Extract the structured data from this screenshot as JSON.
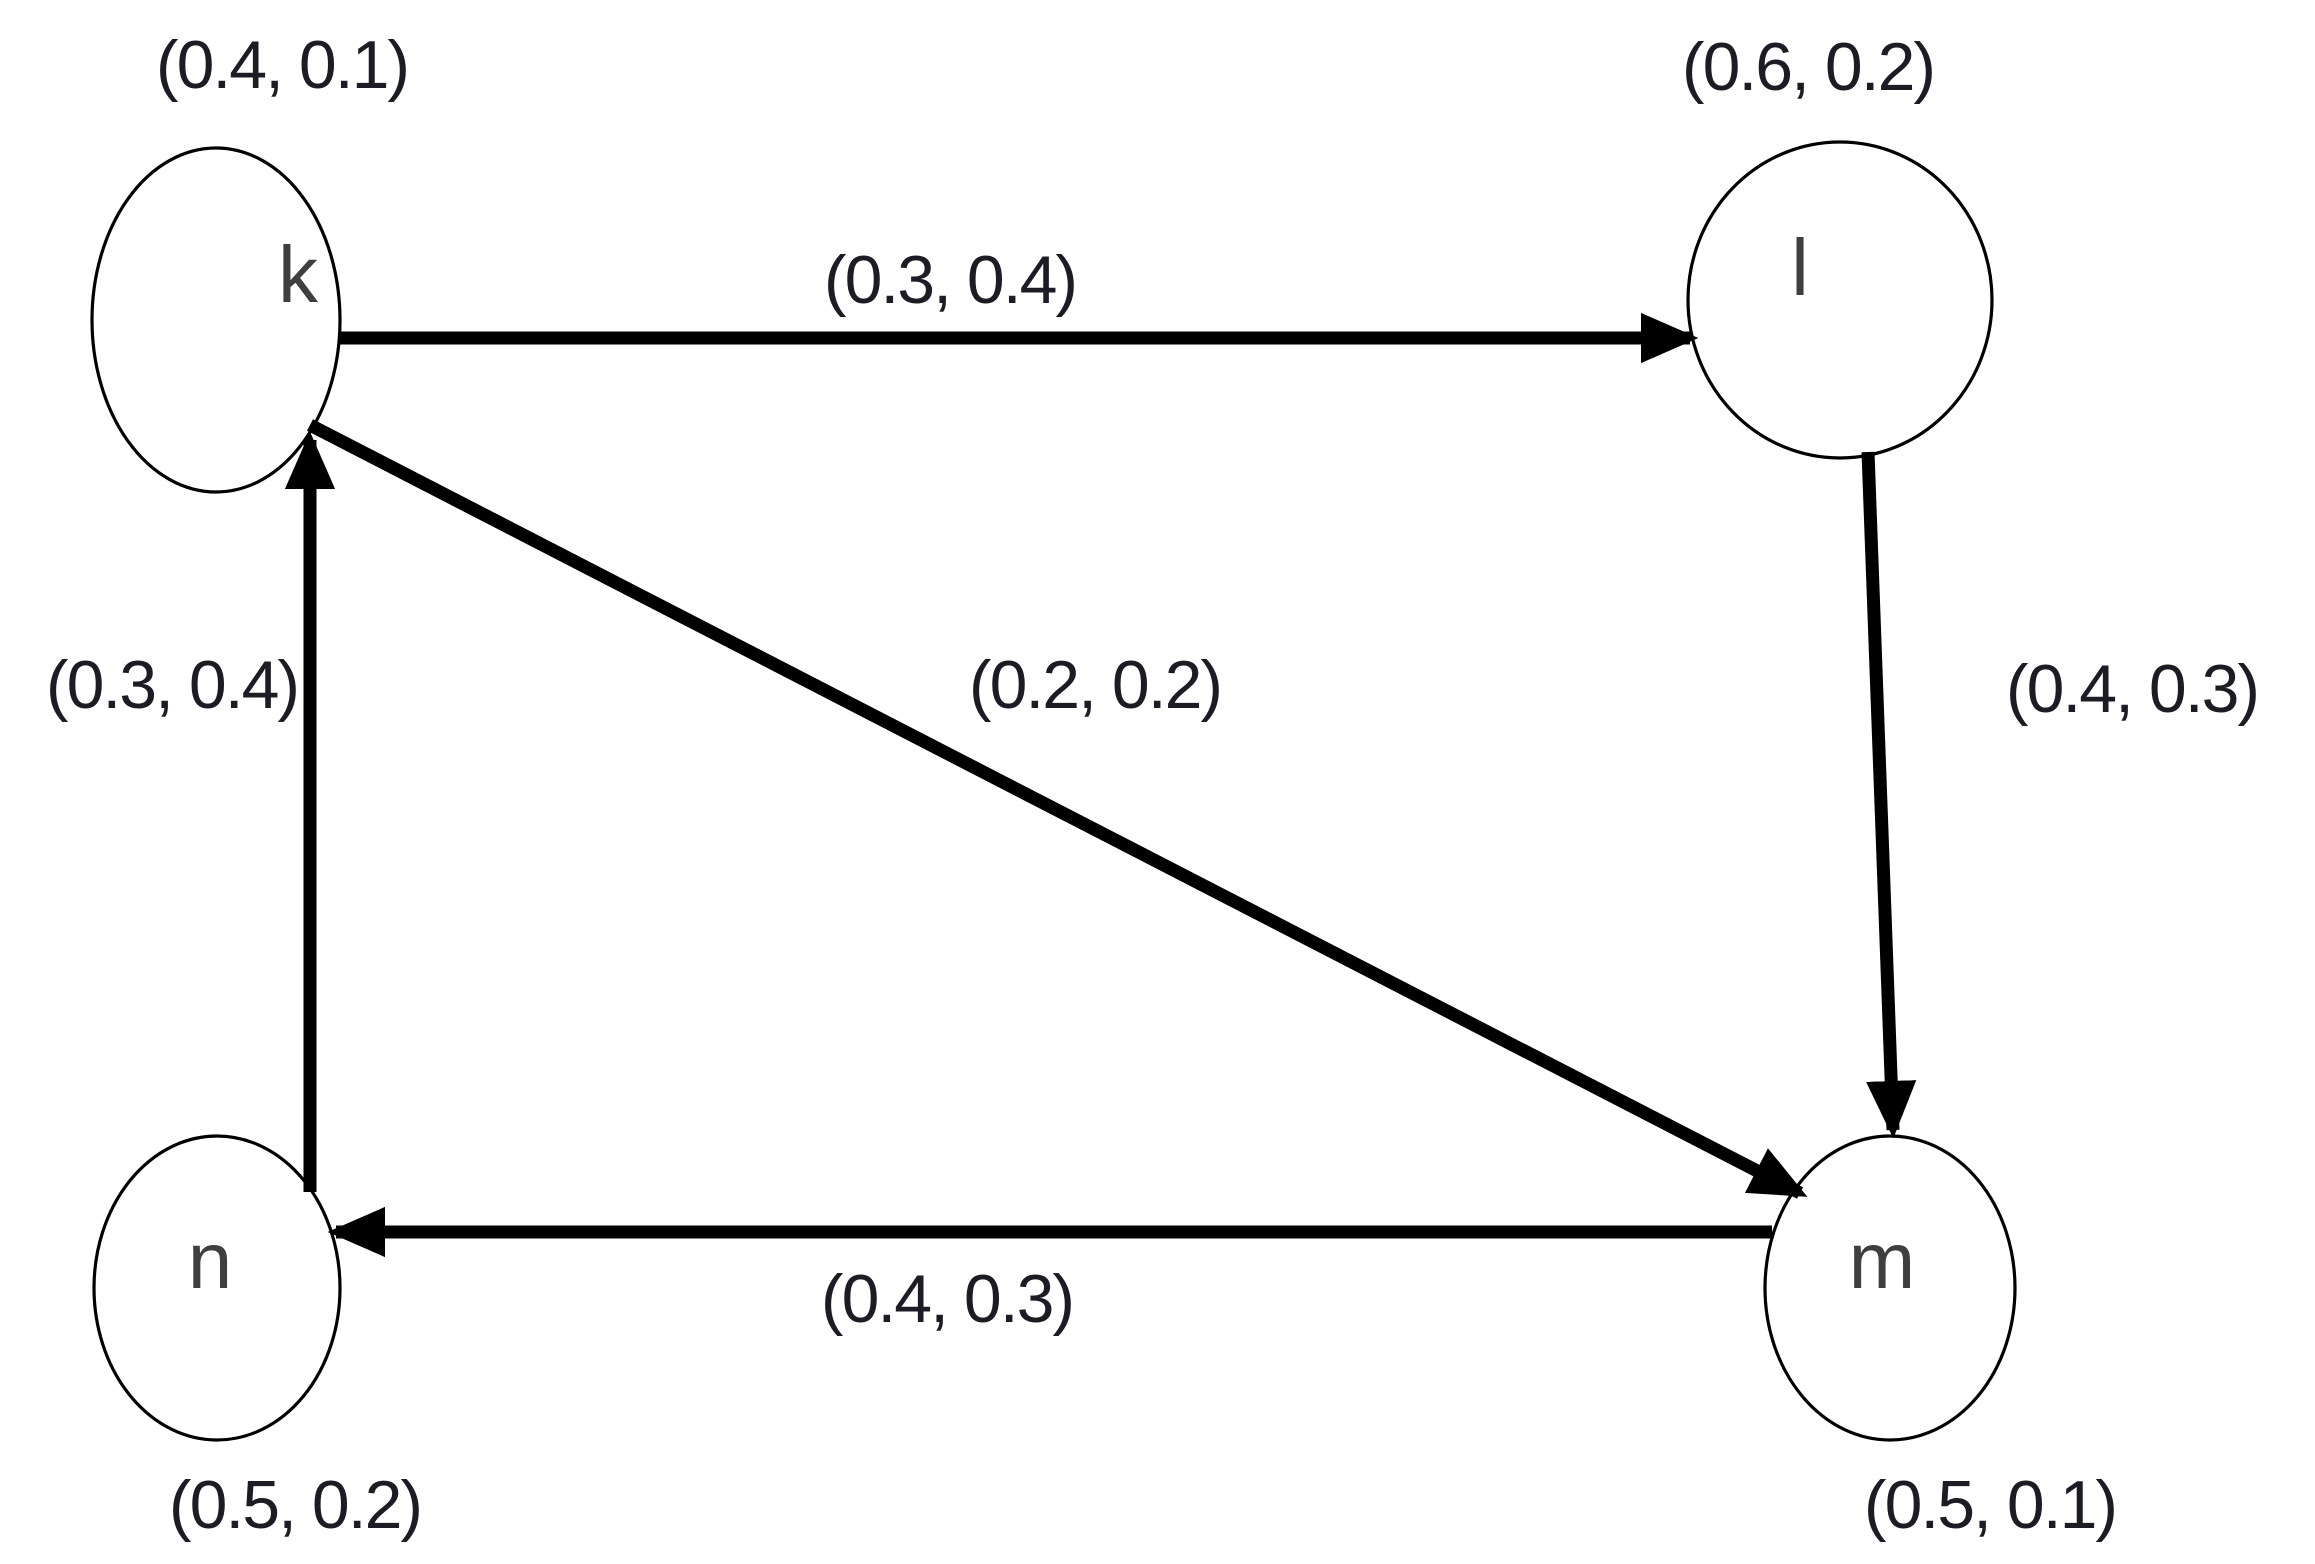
{
  "graph": {
    "type": "directed-graph",
    "colors": {
      "background": "#ffffff",
      "edge_line": "#000000",
      "weight_text": "#1c1c24",
      "node_letter": "#3f3f3f"
    },
    "nodes": [
      {
        "id": "k",
        "letter": "k",
        "position": "top-left",
        "weight": "(0.4, 0.1)"
      },
      {
        "id": "l",
        "letter": "l",
        "position": "top-right",
        "weight": "(0.6, 0.2)"
      },
      {
        "id": "m",
        "letter": "m",
        "position": "bottom-right",
        "weight": "(0.5, 0.1)"
      },
      {
        "id": "n",
        "letter": "n",
        "position": "bottom-left",
        "weight": "(0.5, 0.2)"
      }
    ],
    "edges": [
      {
        "from": "k",
        "to": "l",
        "weight": "(0.3, 0.4)"
      },
      {
        "from": "l",
        "to": "m",
        "weight": "(0.4, 0.3)"
      },
      {
        "from": "k",
        "to": "m",
        "weight": "(0.2, 0.2)"
      },
      {
        "from": "m",
        "to": "n",
        "weight": "(0.4, 0.3)"
      },
      {
        "from": "n",
        "to": "k",
        "weight": "(0.3, 0.4)"
      }
    ]
  }
}
